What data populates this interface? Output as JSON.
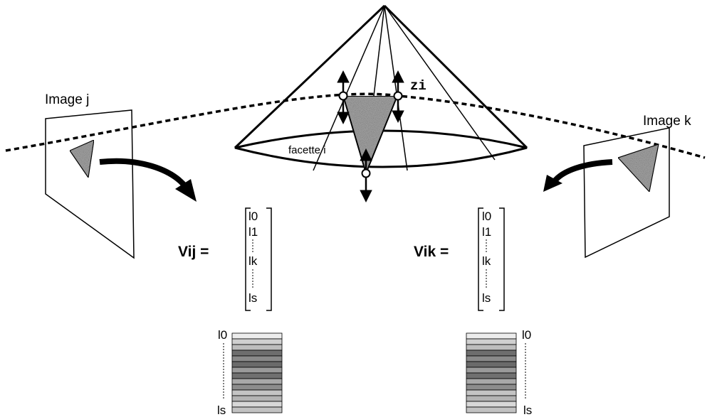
{
  "labels": {
    "image_j": "Image j",
    "image_k": "Image k",
    "facette": "facette i",
    "zi": "zi",
    "vij": "Vij =",
    "vik": "Vik ="
  },
  "vector_entries": [
    "l0",
    "l1",
    "lk",
    "ls"
  ],
  "strip_labels": {
    "top": "l0",
    "bottom": "ls"
  },
  "strip_grays": [
    "#ececec",
    "#d0d0d0",
    "#bdbdbd",
    "#6e6e6e",
    "#8a8a8a",
    "#6a6a6a",
    "#9a9a9a",
    "#707070",
    "#a8a8a8",
    "#8c8c8c",
    "#c4c4c4",
    "#b4b4b4",
    "#d8d8d8",
    "#c2c2c2"
  ],
  "colors": {
    "stroke": "#000000",
    "facet_fill": "#a9a9a9",
    "background": "#ffffff"
  }
}
